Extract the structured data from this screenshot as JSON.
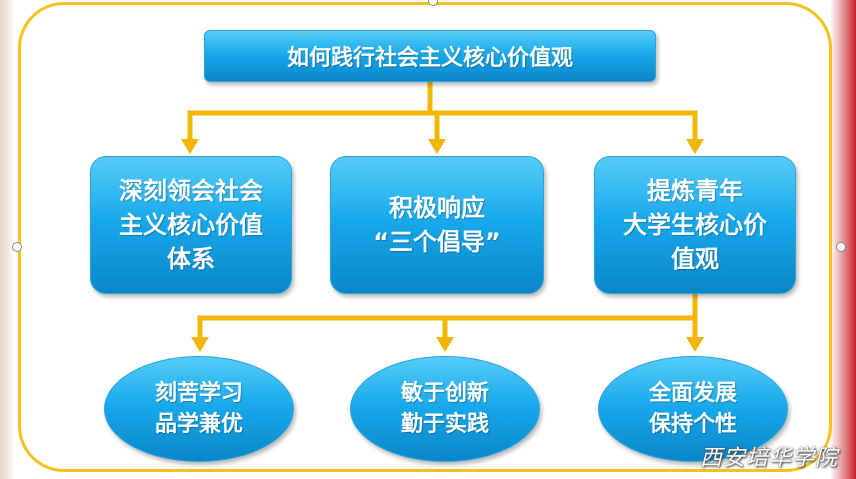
{
  "diagram": {
    "title": "如何践行社会主义核心价值观",
    "middle_boxes": [
      {
        "lines": [
          "深刻领会社会",
          "主义核心价值",
          "体系"
        ]
      },
      {
        "lines": [
          "积极响应",
          "“三个倡导”"
        ]
      },
      {
        "lines": [
          "提炼青年",
          "大学生核心价",
          "值观"
        ]
      }
    ],
    "bottom_ovals": [
      {
        "lines": [
          "刻苦学习",
          "品学兼优"
        ]
      },
      {
        "lines": [
          "敏于创新",
          "勤于实践"
        ]
      },
      {
        "lines": [
          "全面发展",
          "保持个性"
        ]
      }
    ],
    "watermark": "西安培华学院"
  },
  "colors": {
    "frame": "#f4c21b",
    "connector": "#f2b705",
    "box_fill": "#16a8ea",
    "box_text": "#ffffff",
    "accent_right": "#c8232c"
  }
}
